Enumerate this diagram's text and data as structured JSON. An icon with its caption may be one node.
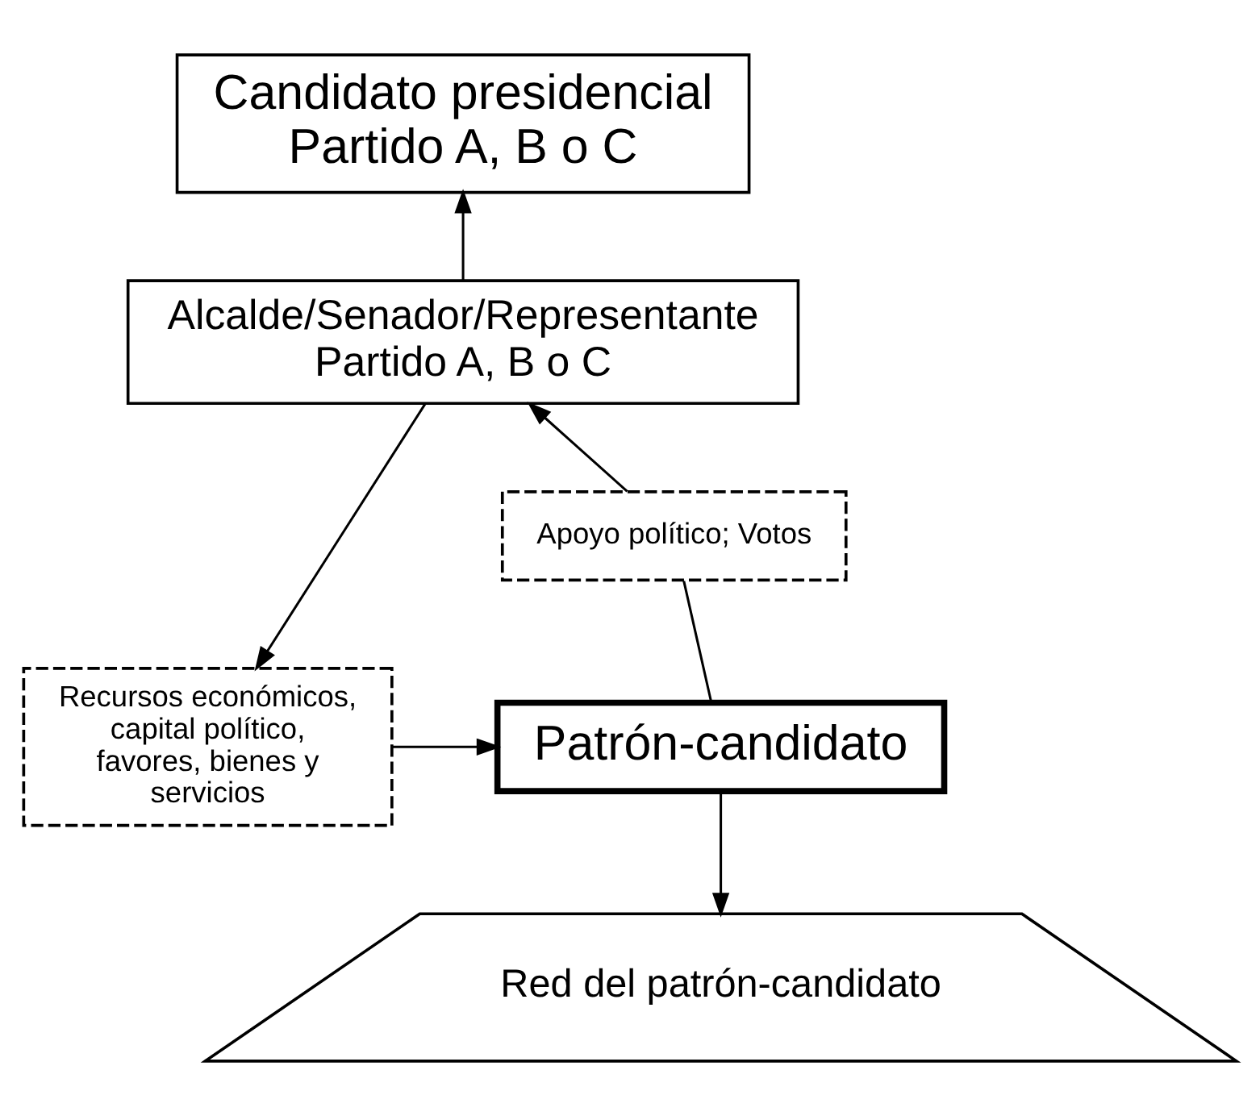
{
  "diagram": {
    "nodes": [
      {
        "text": [
          "Candidato presidencial",
          "Partido A, B o C"
        ]
      },
      {
        "text": [
          "Alcalde/Senador/Representante",
          "Partido A, B o C"
        ]
      },
      {
        "text": [
          "Apoyo político; Votos"
        ]
      },
      {
        "text": [
          "Recursos económicos, capital político, favores, bienes y servicios"
        ]
      },
      {
        "text": [
          "Patrón-candidato"
        ]
      },
      {
        "text": [
          "Red del patrón-candidato"
        ]
      }
    ],
    "edges": [
      {
        "from": 1,
        "to": 0,
        "arrow": "to"
      },
      {
        "from": 2,
        "to": 1,
        "arrow": "to"
      },
      {
        "from": 4,
        "to": 2,
        "arrow": "none"
      },
      {
        "from": 1,
        "to": 3,
        "arrow": "to"
      },
      {
        "from": 3,
        "to": 4,
        "arrow": "to"
      },
      {
        "from": 4,
        "to": 5,
        "arrow": "to"
      }
    ]
  }
}
